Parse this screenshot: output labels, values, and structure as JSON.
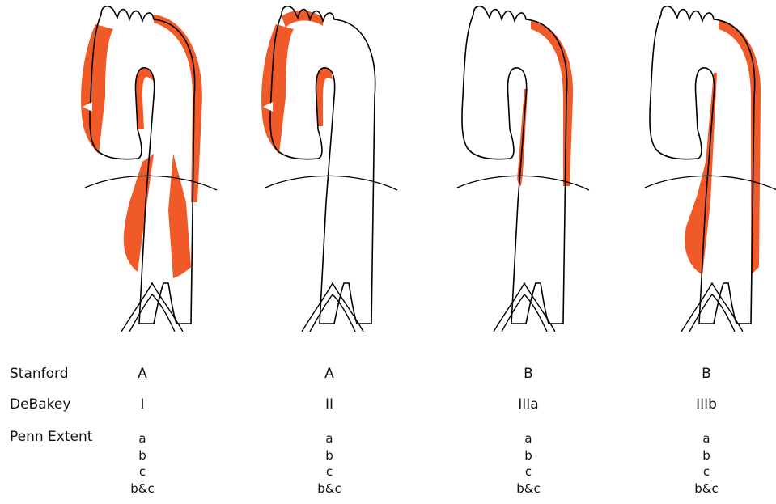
{
  "colors": {
    "dissection": "#F05A28",
    "outline": "#000000",
    "vessel_fill": "#FFFFFF",
    "tear_marker": "#FFFFFF"
  },
  "rows": {
    "stanford_label": "Stanford",
    "debakey_label": "DeBakey",
    "penn_label": "Penn Extent"
  },
  "columns": [
    {
      "stanford": "A",
      "debakey": "I",
      "penn": [
        "a",
        "b",
        "c",
        "b&c"
      ]
    },
    {
      "stanford": "A",
      "debakey": "II",
      "penn": [
        "a",
        "b",
        "c",
        "b&c"
      ]
    },
    {
      "stanford": "B",
      "debakey": "IIIa",
      "penn": [
        "a",
        "b",
        "c",
        "b&c"
      ]
    },
    {
      "stanford": "B",
      "debakey": "IIIb",
      "penn": [
        "a",
        "b",
        "c",
        "b&c"
      ]
    }
  ]
}
